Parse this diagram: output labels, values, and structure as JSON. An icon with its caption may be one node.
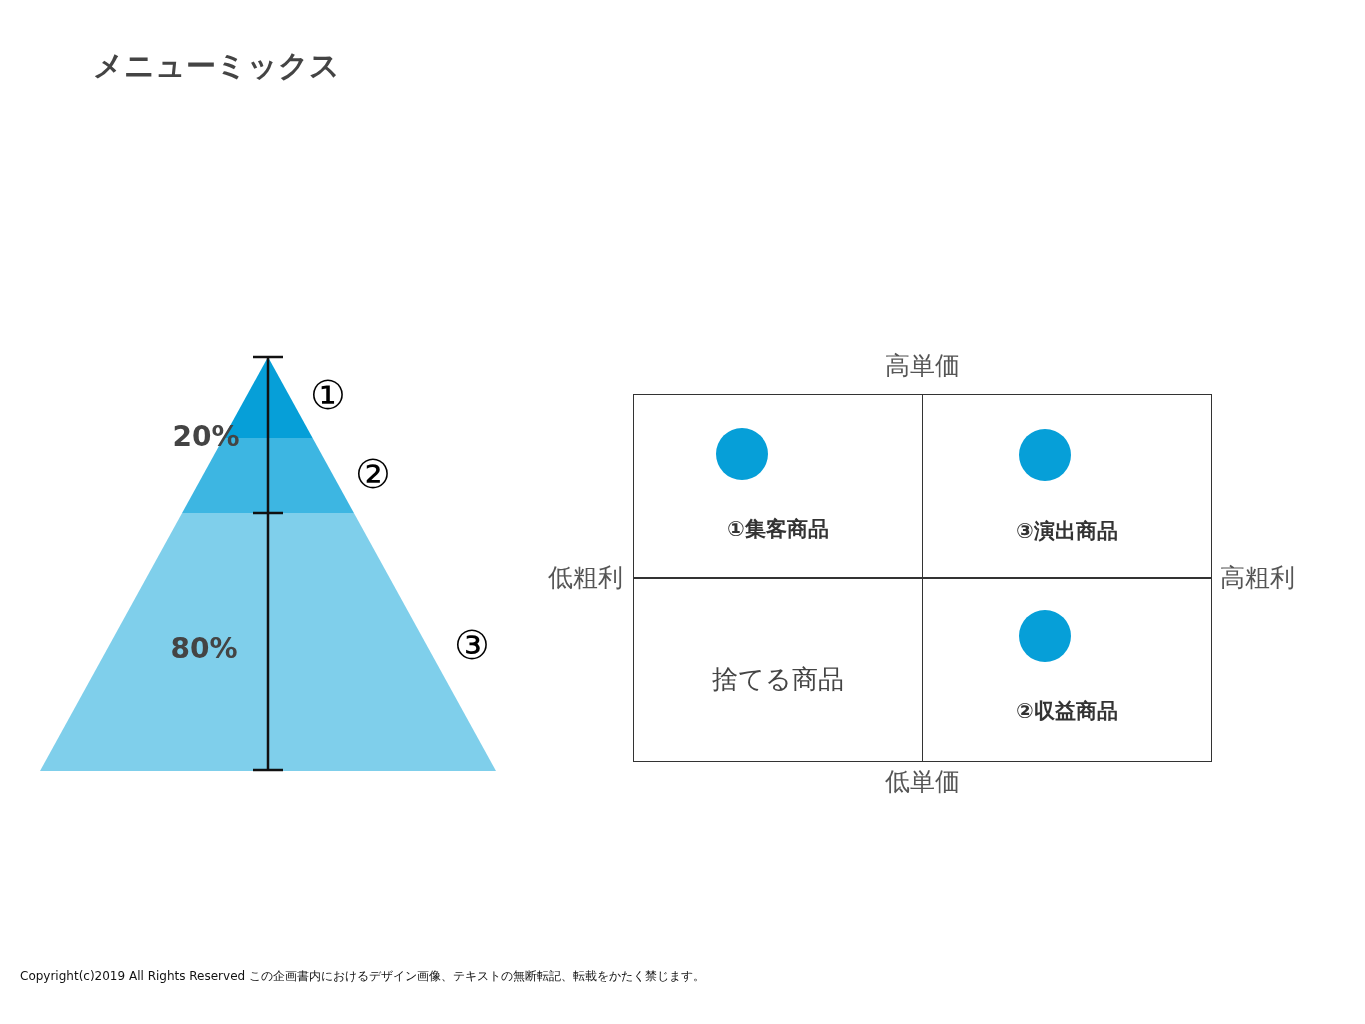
{
  "diagram": {
    "title": "メニューミックス",
    "nodes": [
      {
        "text": [
          "①集客商品"
        ]
      },
      {
        "text": [],
        "shape": "circle",
        "in": 0
      },
      {
        "text": [
          "③演出商品"
        ]
      },
      {
        "text": [],
        "shape": "circle",
        "in": 2
      },
      {
        "text": [
          "捨てる商品"
        ]
      },
      {
        "text": [
          "②収益商品"
        ]
      },
      {
        "text": [],
        "shape": "circle",
        "in": 5
      }
    ],
    "labels": [
      "①",
      "20%",
      "②",
      "80%",
      "③",
      "高単価",
      "低粗利",
      "高粗利",
      "低単価",
      "Copyright(c)2019 All Rights Reserved この企画書内におけるデザイン画像、テキストの無断転記、転載をかたく禁じます。"
    ]
  }
}
